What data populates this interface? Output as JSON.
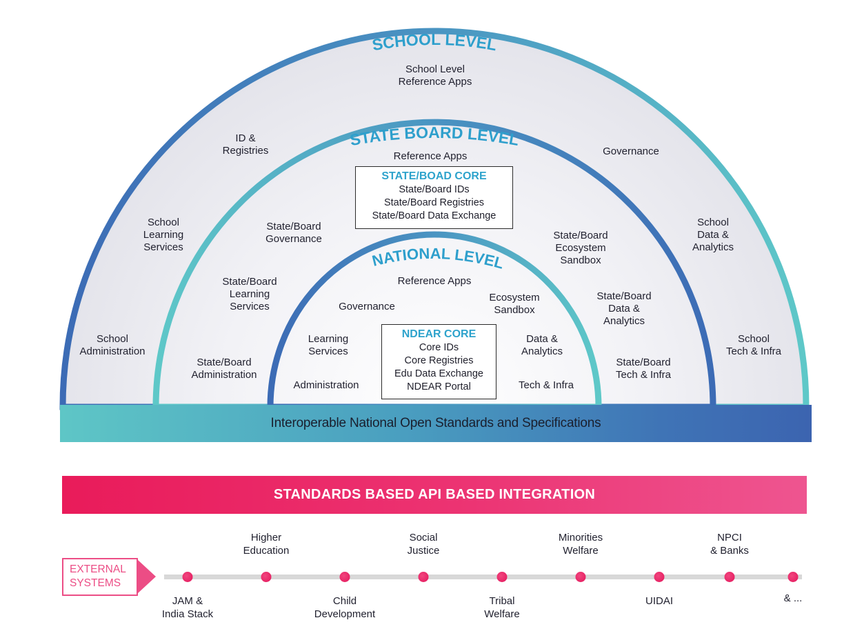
{
  "colors": {
    "blue": "#3c6fb6",
    "teal": "#5ec6c8",
    "level_title": "#2e9fcc",
    "pink": "#e91b5a",
    "pink_light": "#ec4d85",
    "timeline_gray": "#d8d8d8"
  },
  "school_level": {
    "title": "SCHOOL LEVEL",
    "reference_apps": "School Level\nReference Apps",
    "items": {
      "id_registries": "ID &\nRegistries",
      "governance": "Governance",
      "learning_services": "School\nLearning\nServices",
      "data_analytics": "School\nData &\nAnalytics",
      "administration": "School\nAdministration",
      "tech_infra": "School\nTech & Infra"
    }
  },
  "state_level": {
    "title": "STATE BOARD LEVEL",
    "reference_apps": "Reference Apps",
    "core": {
      "title": "STATE/BOAD CORE",
      "items": [
        "State/Board IDs",
        "State/Board Registries",
        "State/Board Data Exchange"
      ]
    },
    "items": {
      "governance": "State/Board\nGovernance",
      "ecosystem_sandbox": "State/Board\nEcosystem\nSandbox",
      "learning_services": "State/Board\nLearning\nServices",
      "data_analytics": "State/Board\nData &\nAnalytics",
      "administration": "State/Board\nAdministration",
      "tech_infra": "State/Board\nTech & Infra"
    }
  },
  "national_level": {
    "title": "NATIONAL LEVEL",
    "reference_apps": "Reference Apps",
    "core": {
      "title": "NDEAR CORE",
      "items": [
        "Core IDs",
        "Core Registries",
        "Edu Data Exchange",
        "NDEAR Portal"
      ]
    },
    "items": {
      "governance": "Governance",
      "ecosystem_sandbox": "Ecosystem\nSandbox",
      "learning_services": "Learning\nServices",
      "data_analytics": "Data &\nAnalytics",
      "administration": "Administration",
      "tech_infra": "Tech & Infra"
    }
  },
  "standards_band": "Interoperable National Open Standards and Specifications",
  "api_band": "STANDARDS BASED API BASED INTEGRATION",
  "external_systems": {
    "label": "EXTERNAL\nSYSTEMS",
    "nodes": [
      {
        "label": "JAM &\nIndia Stack",
        "position": "below"
      },
      {
        "label": "Higher\nEducation",
        "position": "above"
      },
      {
        "label": "Child\nDevelopment",
        "position": "below"
      },
      {
        "label": "Social\nJustice",
        "position": "above"
      },
      {
        "label": "Tribal\nWelfare",
        "position": "below"
      },
      {
        "label": "Minorities\nWelfare",
        "position": "above"
      },
      {
        "label": "UIDAI",
        "position": "below"
      },
      {
        "label": "NPCI\n& Banks",
        "position": "above"
      },
      {
        "label": "& ...",
        "position": "below"
      }
    ]
  }
}
